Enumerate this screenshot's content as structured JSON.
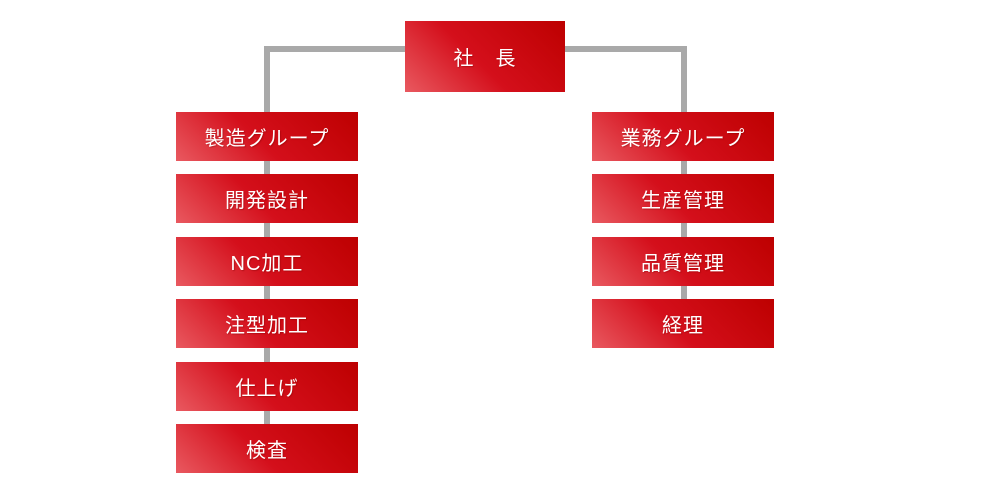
{
  "org": {
    "root_label": "社　長",
    "left_column": [
      "製造グループ",
      "開発設計",
      "NC加工",
      "注型加工",
      "仕上げ",
      "検査"
    ],
    "right_column": [
      "業務グループ",
      "生産管理",
      "品質管理",
      "経理"
    ],
    "colors": {
      "background": "#ffffff",
      "connector": "#a9a9a9",
      "text": "#ffffff",
      "box_dark": "#bd0000",
      "box_mid": "#d40f1b",
      "box_light": "#e95960"
    }
  }
}
